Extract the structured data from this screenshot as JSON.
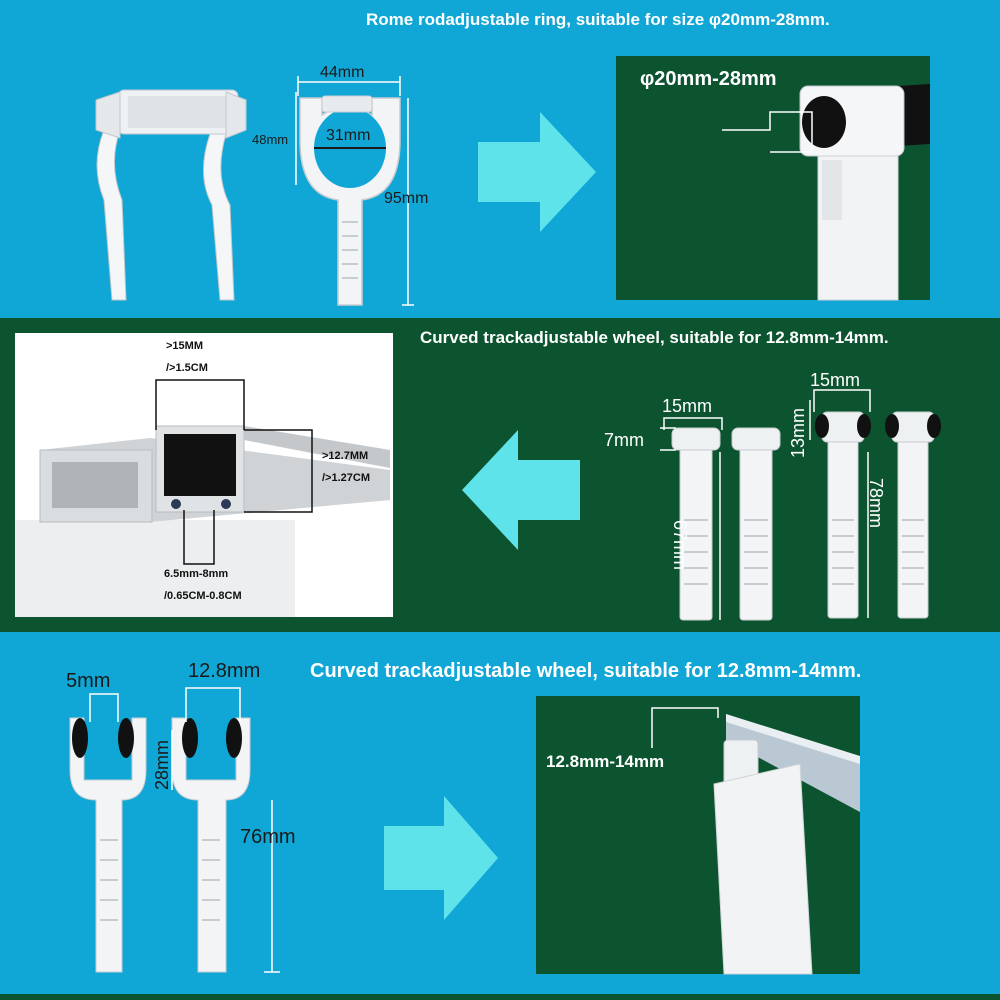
{
  "sections": {
    "rome": {
      "heading": "Rome rodadjustable ring, suitable for size φ20mm-28mm.",
      "dims": {
        "width": "44mm",
        "inner": "31mm",
        "height": "48mm",
        "length": "95mm"
      },
      "photo_label": "φ20mm-28mm"
    },
    "curved_mid": {
      "heading": "Curved trackadjustable wheel, suitable for 12.8mm-14mm.",
      "track": {
        "top_mm": ">15MM",
        "top_cm": "/>1.5CM",
        "side_mm": ">12.7MM",
        "side_cm": "/>1.27CM",
        "bottom_mm": "6.5mm-8mm",
        "bottom_cm": "/0.65CM-0.8CM"
      },
      "dims": {
        "a_width": "15mm",
        "a_gap": "7mm",
        "a_length": "67mm",
        "b_width": "15mm",
        "b_height": "13mm",
        "b_length": "78mm"
      }
    },
    "curved_bot": {
      "heading": "Curved trackadjustable wheel, suitable for 12.8mm-14mm.",
      "dims": {
        "gap": "5mm",
        "width": "12.8mm",
        "height": "28mm",
        "length": "76mm"
      },
      "photo_label": "12.8mm-14mm"
    }
  },
  "colors": {
    "blue": "#10a7d6",
    "green": "#0c5430",
    "arrow": "#5fe3ea",
    "white": "#ffffff"
  }
}
